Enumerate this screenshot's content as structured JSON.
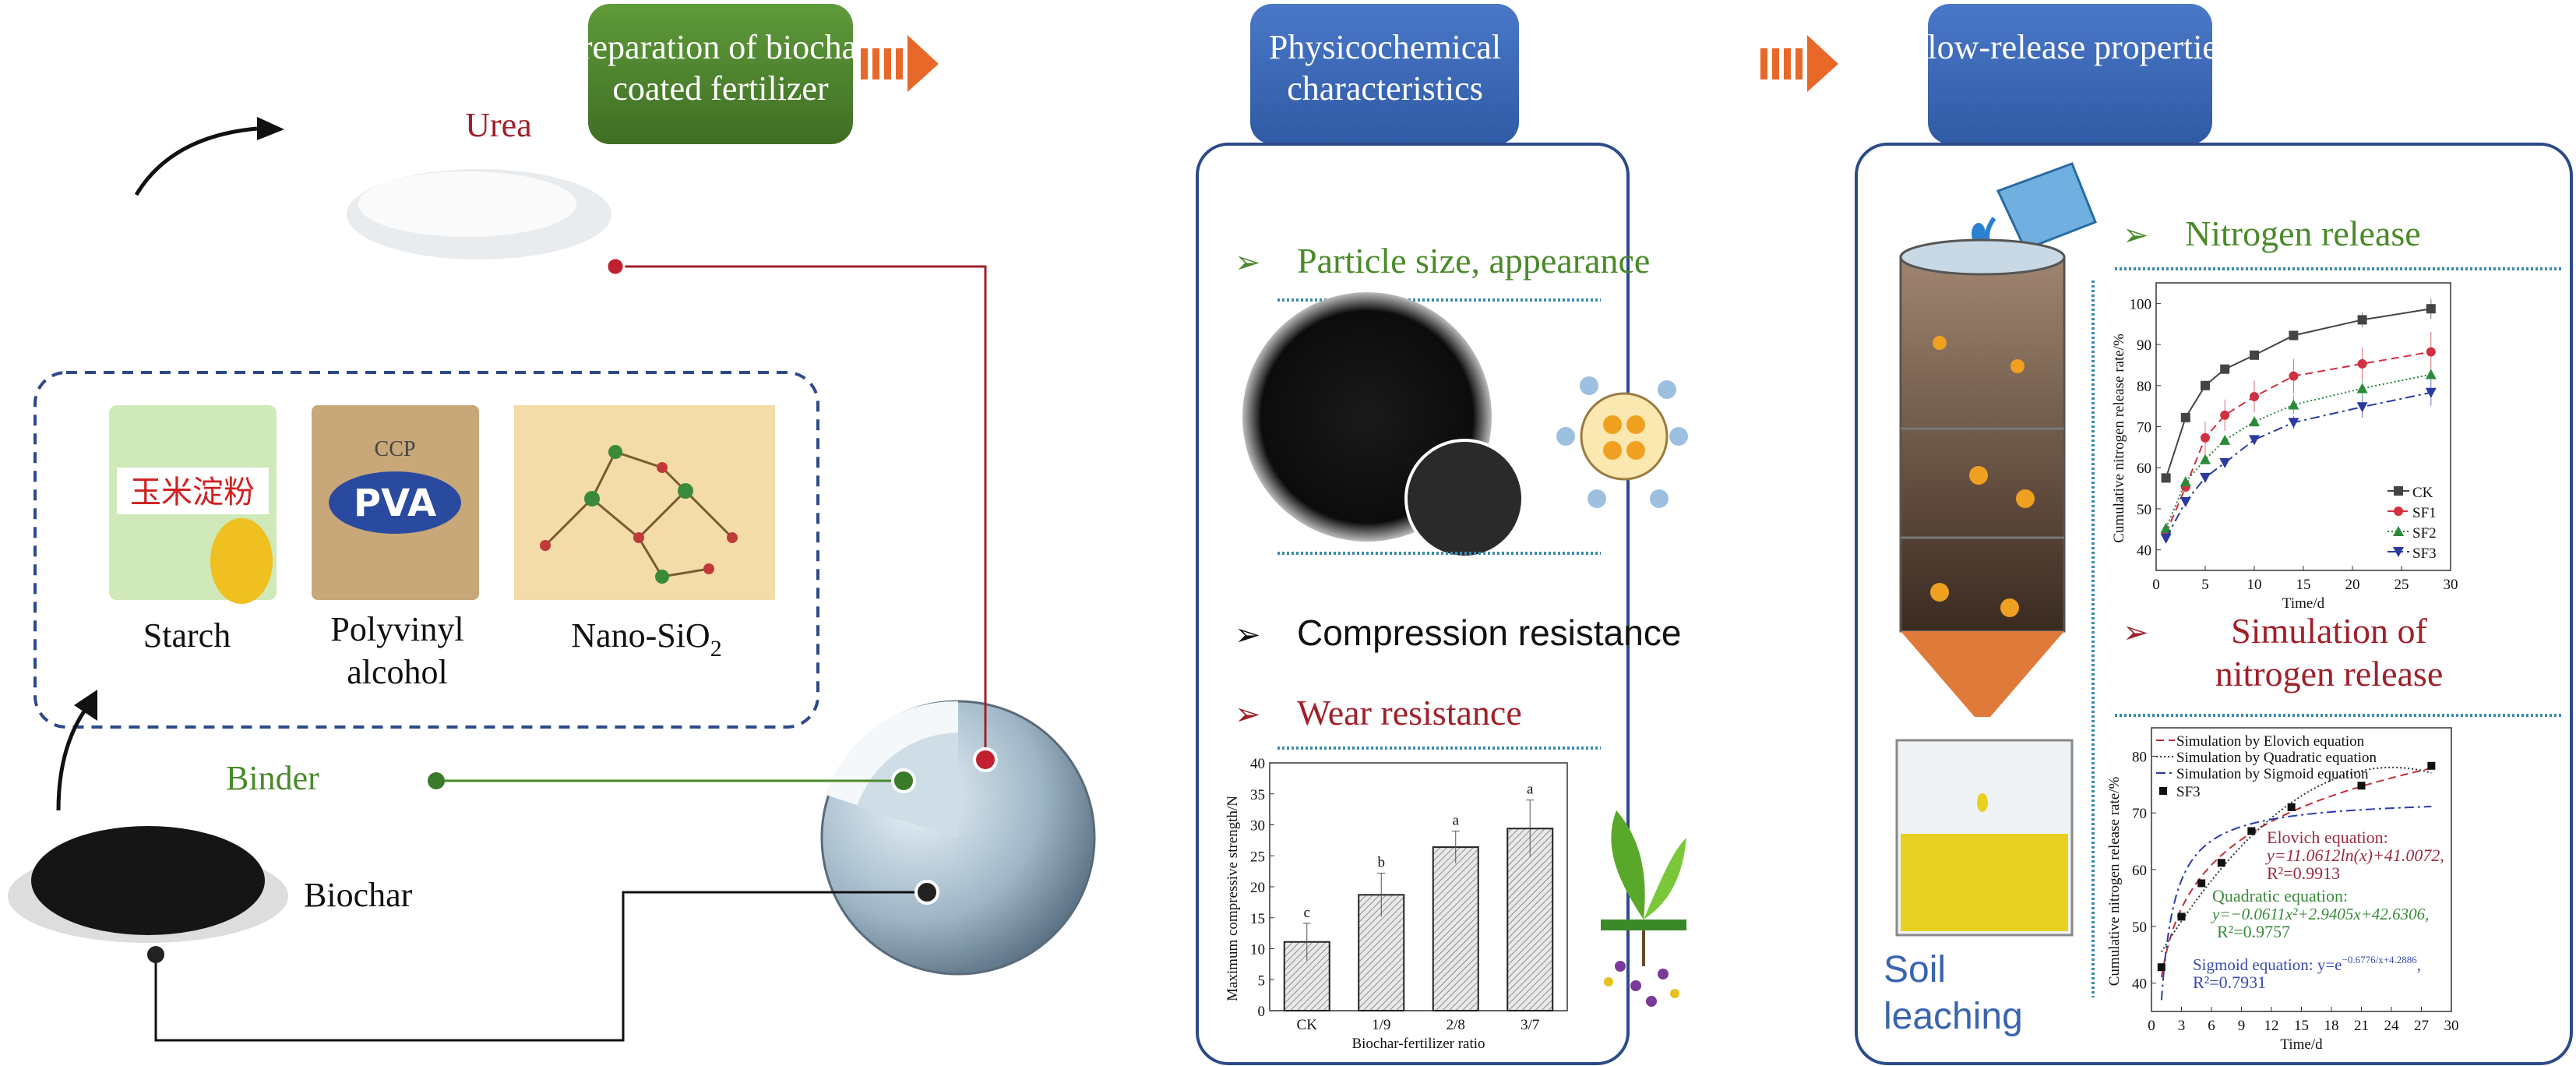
{
  "steps": {
    "preparation": "Preparation of biochar-",
    "preparation_line2": "coated fertilizer",
    "physicochemical": "Physicochemical",
    "physicochemical_line2": "characteristics",
    "slow_release": "Slow-release properties"
  },
  "colors": {
    "green_box": "#4e7f2e",
    "blue_box": "#3a63b0",
    "arrow_orange": "#e8682a",
    "panel_border": "#2d4a8a",
    "green_text": "#4a8a2a",
    "red_text": "#a0202a",
    "blue_text": "#3a64b0"
  },
  "materials": {
    "urea": "Urea",
    "starch": "Starch",
    "pva_line1": "Polyvinyl",
    "pva_line2": "alcohol",
    "nano_sio2": "Nano-SiO",
    "nano_sio2_sub": "2",
    "binder": "Binder",
    "biochar": "Biochar",
    "starch_bag_lettering": "玉米淀粉",
    "pva_bag_lettering": "PVA",
    "pva_bag_brand": "CCP"
  },
  "physicochemical": {
    "particle": "Particle size, appearance",
    "compression": "Compression resistance",
    "wear": "Wear resistance"
  },
  "slow_release": {
    "nitrogen_release": "Nitrogen release",
    "simulation_line1": "Simulation of",
    "simulation_line2": "nitrogen release",
    "soil_line1": "Soil",
    "soil_line2": "leaching"
  },
  "chart_data": [
    {
      "id": "compressive",
      "type": "bar",
      "categories": [
        "CK",
        "1/9",
        "2/8",
        "3/7"
      ],
      "values": [
        11.1,
        18.7,
        26.4,
        29.4
      ],
      "errors": [
        3.0,
        3.5,
        2.6,
        4.6
      ],
      "letters": [
        "c",
        "b",
        "a",
        "a"
      ],
      "xlabel": "Biochar-fertilizer ratio",
      "ylabel": "Maximum compressive strength/N",
      "ylim": [
        0,
        40
      ],
      "yticks": [
        0,
        5,
        10,
        15,
        20,
        25,
        30,
        35,
        40
      ],
      "bar_fill": "hatched"
    },
    {
      "id": "release",
      "type": "line",
      "x": [
        1,
        3,
        5,
        7,
        10,
        14,
        21,
        28
      ],
      "series": [
        {
          "name": "CK",
          "values": [
            57.5,
            72.2,
            80.0,
            84.0,
            87.4,
            92.2,
            96.0,
            98.7
          ],
          "errors": [
            0,
            0,
            0,
            0,
            0,
            0.8,
            1.8,
            2.5
          ],
          "color": "#444444",
          "marker": "square",
          "dash": "solid"
        },
        {
          "name": "SF1",
          "values": [
            44.0,
            55.3,
            67.3,
            72.8,
            77.3,
            82.3,
            85.3,
            88.2
          ],
          "errors": [
            0,
            0,
            4.0,
            3.8,
            3.9,
            4.2,
            4.0,
            4.9
          ],
          "color": "#d03040",
          "marker": "circle",
          "dash": "dashed"
        },
        {
          "name": "SF2",
          "values": [
            45.3,
            56.6,
            62.0,
            66.7,
            71.2,
            75.3,
            79.3,
            82.7
          ],
          "errors": [
            0,
            0.8,
            0,
            0,
            0,
            2.3,
            2.0,
            1.0
          ],
          "color": "#2a8a3a",
          "marker": "triangle-up",
          "dash": "dotted"
        },
        {
          "name": "SF3",
          "values": [
            42.8,
            51.7,
            57.6,
            61.2,
            66.8,
            71.0,
            74.8,
            78.3
          ],
          "errors": [
            0,
            0,
            0,
            0.8,
            0.8,
            1.6,
            2.6,
            3.2
          ],
          "color": "#2a3aa0",
          "marker": "triangle-down",
          "dash": "dashdot"
        }
      ],
      "xlabel": "Time/d",
      "ylabel": "Cumulative nitrogen release rate/%",
      "xlim": [
        0,
        30
      ],
      "ylim": [
        35,
        105
      ],
      "xticks": [
        0,
        5,
        10,
        15,
        20,
        25,
        30
      ],
      "yticks": [
        40,
        50,
        60,
        70,
        80,
        90,
        100
      ],
      "legend": "bottom-right"
    },
    {
      "id": "simulation",
      "type": "scatter",
      "x": [
        1,
        3,
        5,
        7,
        10,
        14,
        21,
        28
      ],
      "points": {
        "name": "SF3",
        "values": [
          42.8,
          51.7,
          57.6,
          61.2,
          66.8,
          71.0,
          74.8,
          78.3
        ]
      },
      "fits": [
        {
          "name": "Simulation by Elovich equation",
          "color": "#c03038",
          "dash": "dashed"
        },
        {
          "name": "Simulation by Quadratic equation",
          "color": "#333333",
          "dash": "dotted"
        },
        {
          "name": "Simulation by Sigmoid equation",
          "color": "#2a3ab0",
          "dash": "dashdot"
        }
      ],
      "annotations": {
        "elovich_title": "Elovich equation:",
        "elovich_eq": "y=11.0612ln(x)+41.0072,",
        "elovich_r2": "R²=0.9913",
        "quadratic_title": "Quadratic equation:",
        "quadratic_eq": "y=−0.0611x²+2.9405x+42.6306,",
        "quadratic_r2": "R²=0.9757",
        "sigmoid_title": "Sigmoid equation: y=e",
        "sigmoid_exp": "−0.6776/x+4.2886",
        "sigmoid_comma": ",",
        "sigmoid_r2": "R²=0.7931"
      },
      "xlabel": "Time/d",
      "ylabel": "Cumulative nitrogen release rate/%",
      "xlim": [
        0,
        30
      ],
      "ylim": [
        35,
        85
      ],
      "xticks": [
        0,
        3,
        6,
        9,
        12,
        15,
        18,
        21,
        24,
        27,
        30
      ],
      "yticks": [
        40,
        50,
        60,
        70,
        80
      ],
      "legend": "top-left"
    }
  ]
}
